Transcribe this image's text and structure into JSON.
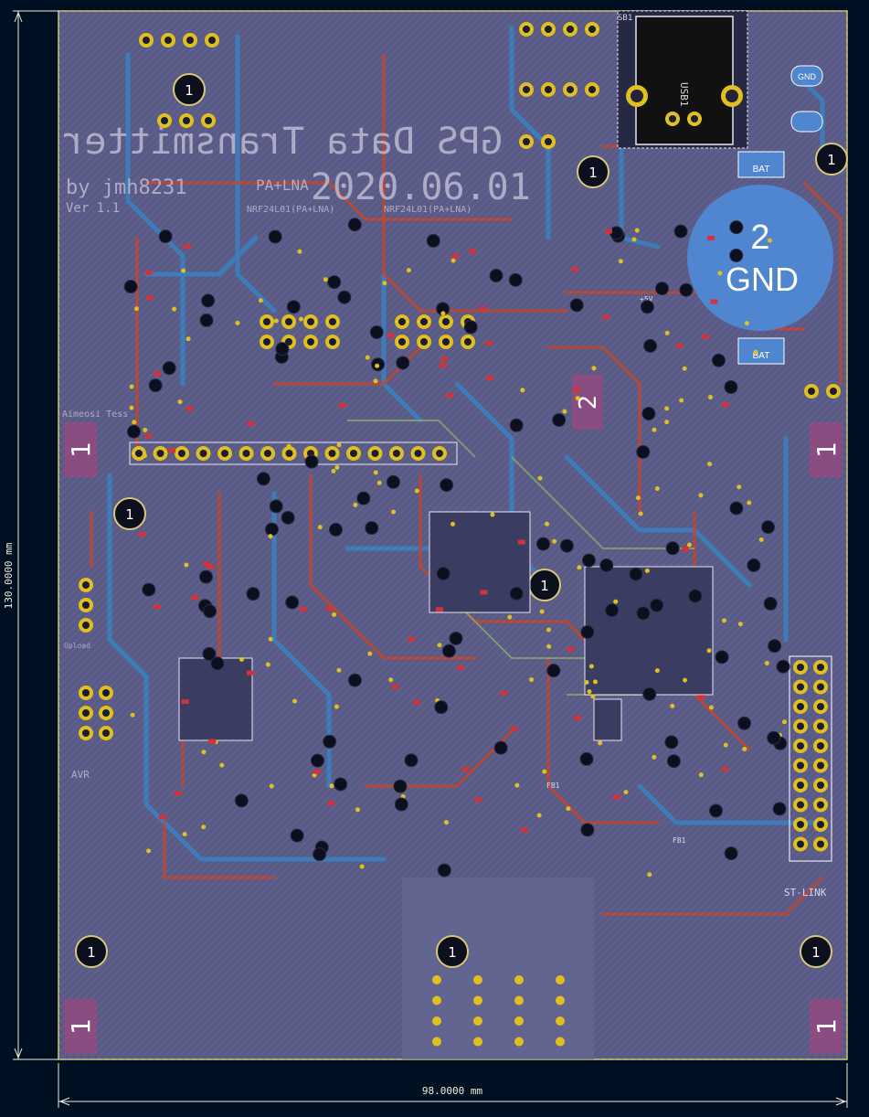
{
  "dimensions": {
    "height_label": "130.0000 mm",
    "width_label": "98.0000 mm"
  },
  "title_silk": {
    "line1": "GPS Data Transmitter",
    "line2": "2020.06.01",
    "author": "by jmh8231",
    "version": "Ver 1.1"
  },
  "battery": {
    "pad_number": "2",
    "pad_label": "GND",
    "bat_top": "BAT",
    "bat_bottom": "BAT",
    "pad1_label": "1"
  },
  "connectors": {
    "usb_label": "USB1",
    "sb1_label": "SB1",
    "stlink_label": "ST-LINK",
    "j_gnd_top": "2\nGND",
    "avr_label": "AVR",
    "upload_label": "Upload",
    "module_label": "Aimeosi Tess",
    "antenna_label": "PA+LNA",
    "rf_label_left": "NRF24L01(PA+LNA)",
    "rf_label_right": "NRF24L01(PA+LNA)"
  },
  "mounting_holes": {
    "label": "1"
  },
  "pad_markers": {
    "label": "1",
    "label2": "2"
  },
  "ic_labels": {
    "ic5v": "+5V",
    "fb1": "FB1",
    "fb2": "FB1"
  },
  "colors": {
    "board_bg": "#595a86",
    "copper_front": "#c2462e",
    "copper_back": "#3a7fbf",
    "silk": "#e6e6f0",
    "via_ring": "#e0c020",
    "gnd_pad": "#4f86cf",
    "edge": "#d8c87a"
  }
}
